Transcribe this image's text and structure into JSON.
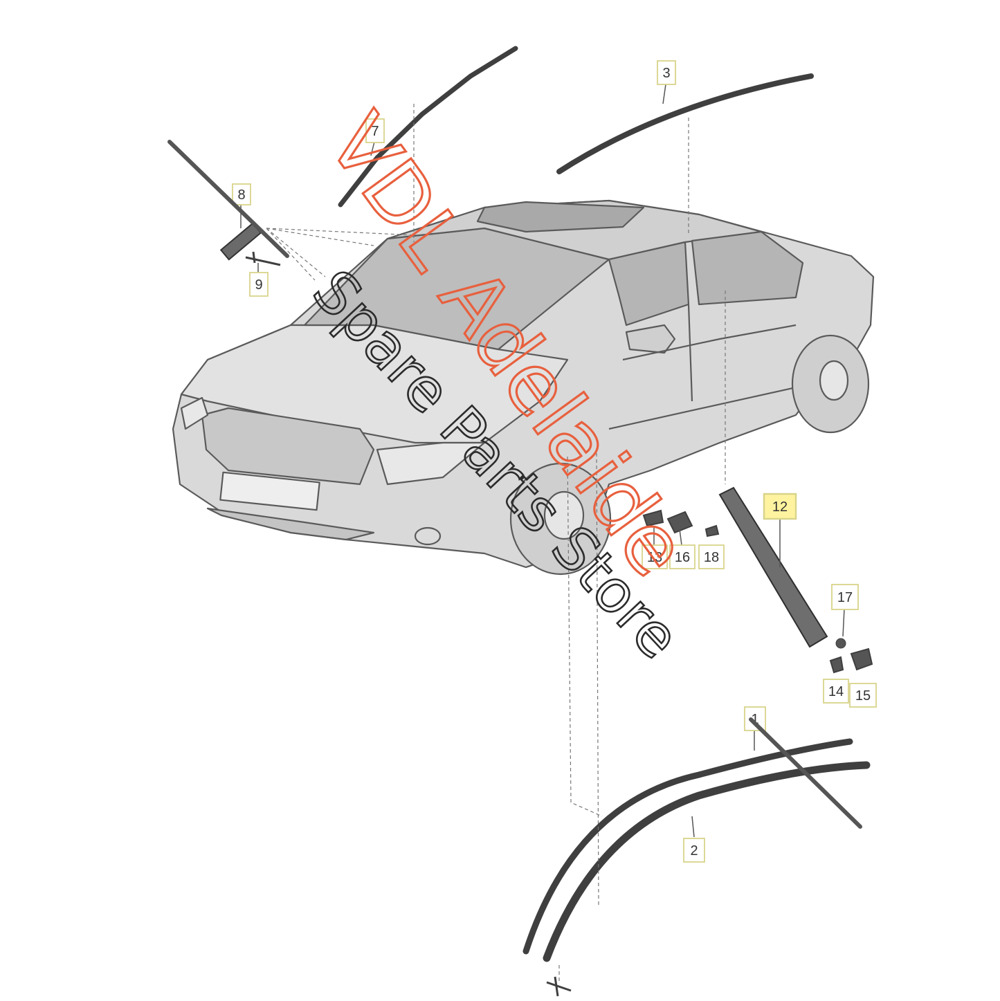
{
  "diagram": {
    "callouts": {
      "c1": "1",
      "c2": "2",
      "c3": "3",
      "c7": "7",
      "c8": "8",
      "c9": "9",
      "c12": "12",
      "c13": "13",
      "c14": "14",
      "c15": "15",
      "c16": "16",
      "c17": "17",
      "c18": "18"
    },
    "highlighted_callout": "12",
    "highlight_color": "#fff3a0",
    "callout_border_color": "#d8d48a"
  },
  "watermark": {
    "line1": "VDL Adelaide",
    "line2": "Spare Parts Store",
    "color_primary": "#e8603e",
    "color_secondary": "#2b2b2b"
  }
}
